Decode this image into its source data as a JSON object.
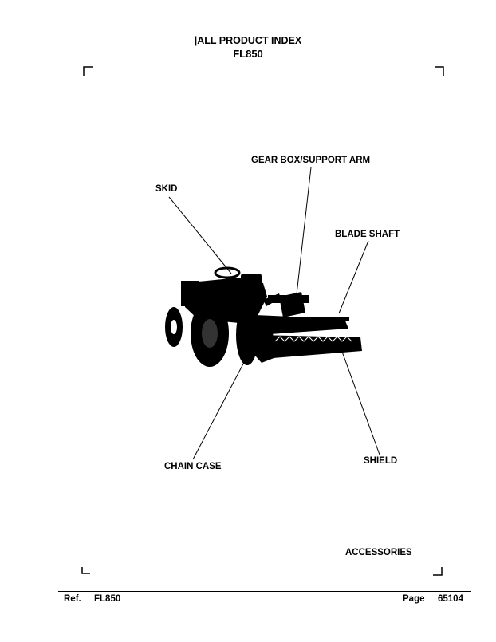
{
  "header": {
    "title": "|ALL PRODUCT INDEX",
    "model": "FL850"
  },
  "labels": {
    "gear_box": "GEAR BOX/SUPPORT ARM",
    "skid": "SKID",
    "blade_shaft": "BLADE SHAFT",
    "chain_case": "CHAIN CASE",
    "shield": "SHIELD"
  },
  "section": {
    "accessories": "ACCESSORIES"
  },
  "footer": {
    "ref_label": "Ref.",
    "ref_value": "FL850",
    "page_label": "Page",
    "page_value": "65104"
  }
}
